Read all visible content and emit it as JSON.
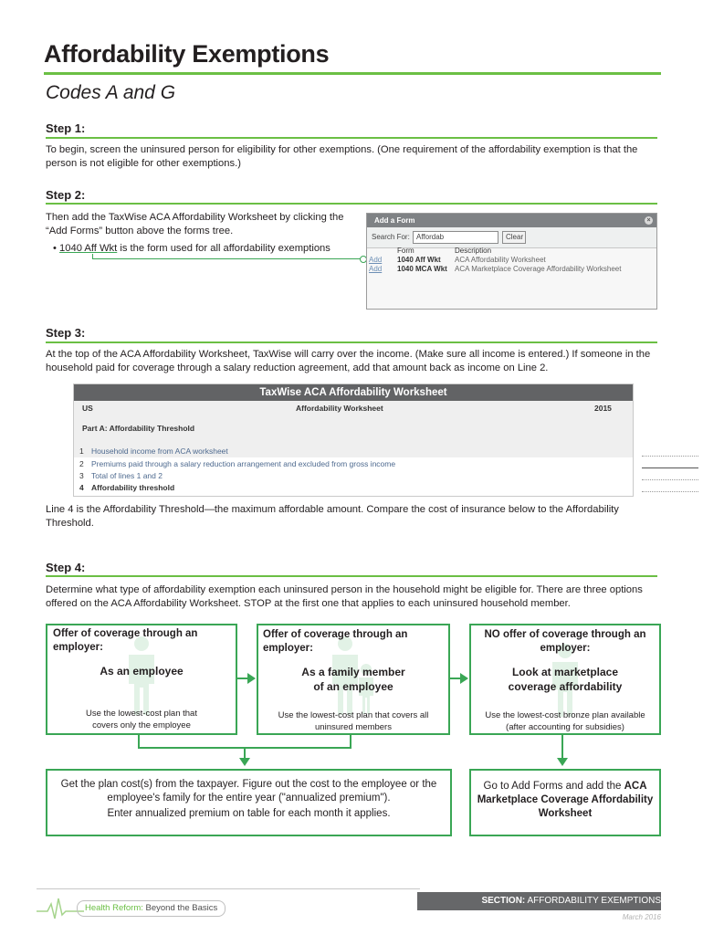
{
  "header": {
    "title": "Affordability Exemptions",
    "subtitle": "Codes A and G"
  },
  "step1": {
    "heading": "Step 1:",
    "text": "To begin, screen the uninsured person for eligibility for other exemptions. (One requirement of the affordability exemption is that the person is not eligible for other exemptions.)"
  },
  "step2": {
    "heading": "Step 2:",
    "text": "Then add the TaxWise ACA Affordability Worksheet by clicking the “Add Forms” button above the forms tree.",
    "bullet_form": "1040 Aff Wkt",
    "bullet_rest": " is the form used for all affordability exemptions",
    "form_panel": {
      "title": "Add a Form",
      "close": "×",
      "search_label": "Search For:",
      "search_value": "Affordab",
      "clear_button": "Clear",
      "col_form": "Form",
      "col_description": "Description",
      "rows": [
        {
          "action": "Add",
          "form": "1040 Aff Wkt",
          "description": "ACA Affordability Worksheet"
        },
        {
          "action": "Add",
          "form": "1040 MCA Wkt",
          "description": "ACA Marketplace Coverage Affordability Worksheet"
        }
      ]
    }
  },
  "step3": {
    "heading": "Step 3:",
    "text": "At the top of the ACA Affordability Worksheet, TaxWise will carry over the income. (Make sure all income is entered.) If someone in the household paid for coverage through a salary reduction agreement, add that amount back as income on Line 2.",
    "worksheet": {
      "title": "TaxWise ACA Affordability Worksheet",
      "left": "US",
      "center": "Affordability Worksheet",
      "year": "2015",
      "part": "Part A: Affordability Threshold",
      "lines": [
        {
          "num": "1",
          "text": "Household income from ACA worksheet"
        },
        {
          "num": "2",
          "text": "Premiums paid through a salary reduction arrangement and excluded from gross income"
        },
        {
          "num": "3",
          "text": "Total of lines 1 and 2"
        },
        {
          "num": "4",
          "text": "Affordability threshold"
        }
      ]
    },
    "after_text": "Line 4 is the Affordability Threshold—the maximum affordable amount. Compare the cost of insurance below to the Affordability Threshold."
  },
  "step4": {
    "heading": "Step 4:",
    "text": "Determine what type of affordability exemption each uninsured person in the household might be eligible for. There are three options offered on the ACA Affordability Worksheet. STOP at the first one that applies to each uninsured household member.",
    "boxes": [
      {
        "header": "Offer of coverage through an employer:",
        "title": "As an employee",
        "note": "Use the lowest-cost plan that covers only the employee"
      },
      {
        "header": "Offer of coverage through an employer:",
        "title_line1": "As a family member",
        "title_line2": "of an employee",
        "note": "Use the lowest-cost plan that covers all uninsured members"
      },
      {
        "header_line1": "NO offer of coverage through an",
        "header_line2": "employer:",
        "title_line1": "Look at marketplace",
        "title_line2": "coverage affordability",
        "note": "Use the lowest-cost bronze plan available (after accounting for subsidies)"
      }
    ],
    "result_left_1": "Get the plan cost(s) from the taxpayer. Figure out the cost to the employee or the employee's family for the entire year (\"annualized premium\").",
    "result_left_2": "Enter annualized premium on table for each month it applies.",
    "result_right_pre": "Go to Add Forms and add the ",
    "result_right_bold": "ACA Marketplace Coverage Affordability Worksheet"
  },
  "footer": {
    "logo_light": "Health Reform: ",
    "logo_bold": "Beyond the Basics",
    "section_label": "SECTION:",
    "section_value": " AFFORDABILITY EXEMPTIONS",
    "date": "March 2016"
  },
  "colors": {
    "accent_green": "#6bbf44",
    "box_green": "#3aa655",
    "header_gray": "#626365"
  }
}
